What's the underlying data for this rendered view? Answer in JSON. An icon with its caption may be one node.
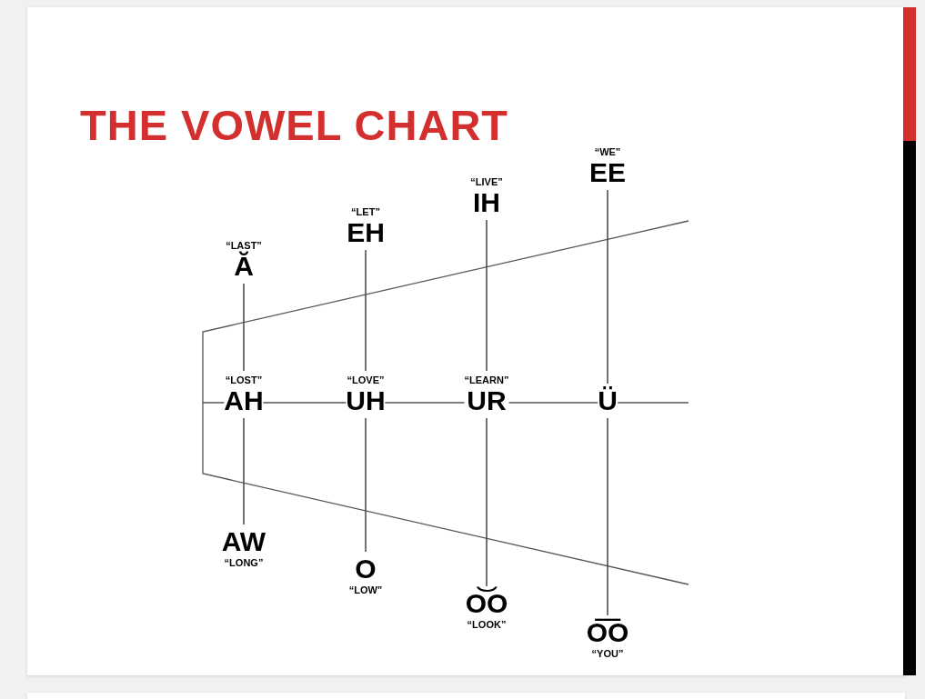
{
  "diagram": {
    "title": "THE VOWEL CHART",
    "nodes": [
      {
        "text": [
          "“WE”",
          "EE"
        ]
      },
      {
        "text": [
          "“LIVE”",
          "IH"
        ]
      },
      {
        "text": [
          "“LET”",
          "EH"
        ]
      },
      {
        "text": [
          "“LAST”",
          "Ă"
        ]
      },
      {
        "text": [
          "“LOST”",
          "AH"
        ]
      },
      {
        "text": [
          "“LOVE”",
          "UH"
        ]
      },
      {
        "text": [
          "“LEARN”",
          "UR"
        ]
      },
      {
        "text": [
          "Ü"
        ]
      },
      {
        "text": [
          "AW",
          "“LONG”"
        ]
      },
      {
        "text": [
          "O",
          "“LOW”"
        ]
      },
      {
        "text": [
          "O͝O",
          "“LOOK”"
        ]
      },
      {
        "text": [
          "O͞O",
          "“YOU”"
        ]
      }
    ],
    "edges": [
      {
        "from": 3,
        "to": 4,
        "arrow": "none"
      },
      {
        "from": 4,
        "to": 8,
        "arrow": "none"
      },
      {
        "from": 2,
        "to": 5,
        "arrow": "none"
      },
      {
        "from": 5,
        "to": 9,
        "arrow": "none"
      },
      {
        "from": 1,
        "to": 6,
        "arrow": "none"
      },
      {
        "from": 6,
        "to": 10,
        "arrow": "none"
      },
      {
        "from": 0,
        "to": 7,
        "arrow": "none"
      },
      {
        "from": 7,
        "to": 11,
        "arrow": "none"
      }
    ]
  }
}
